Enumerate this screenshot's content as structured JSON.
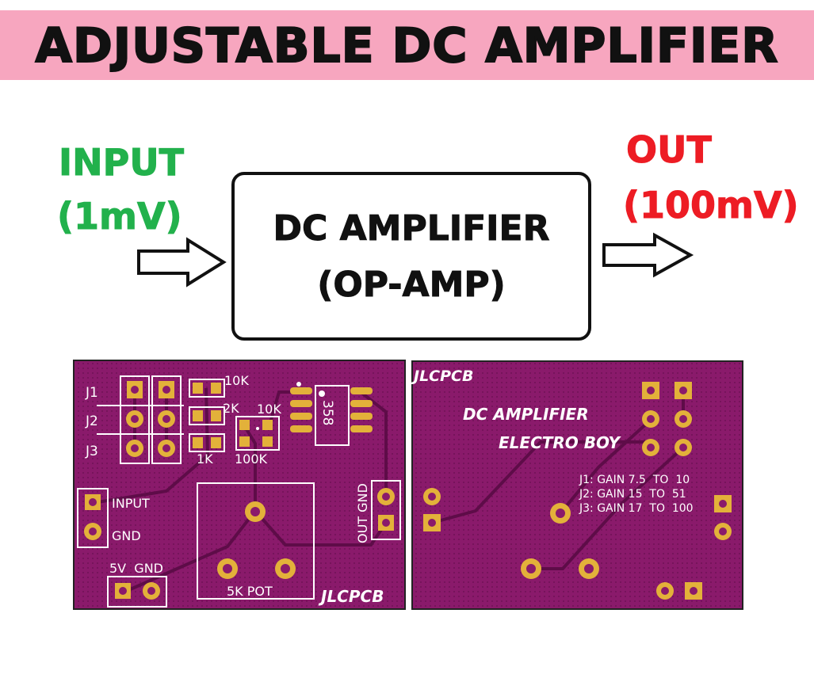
{
  "banner": {
    "title": "ADJUSTABLE DC AMPLIFIER",
    "bg_color": "#f7a6bf"
  },
  "input": {
    "label": "INPUT",
    "value": "(1mV)",
    "color": "#22b14c"
  },
  "output": {
    "label": "OUT",
    "value": "(100mV)",
    "color": "#ed1c24"
  },
  "block": {
    "line1": "DC AMPLIFIER",
    "line2": "(OP-AMP)"
  },
  "pcb_front": {
    "jumpers": [
      "J1",
      "J2",
      "J3"
    ],
    "resistors": [
      "10K",
      "2K",
      "10K",
      "1K",
      "100K"
    ],
    "ic_label": "358",
    "out_label": "OUT GND",
    "input_label": "INPUT",
    "gnd_label": "GND",
    "power_label": "5V  GND",
    "pot_label": "5K POT",
    "brand": "JLCPCB"
  },
  "pcb_back": {
    "brand": "JLCPCB",
    "title1": "DC AMPLIFIER",
    "title2": "ELECTRO BOY",
    "gain_lines": [
      "J1: GAIN 7.5  TO  10",
      "J2: GAIN 15  TO  51",
      "J3: GAIN 17  TO  100"
    ]
  },
  "colors": {
    "pcb": "#8a1a6b",
    "pad": "#e3b13a",
    "silk": "#ffffff",
    "trace": "#5e0c48"
  }
}
